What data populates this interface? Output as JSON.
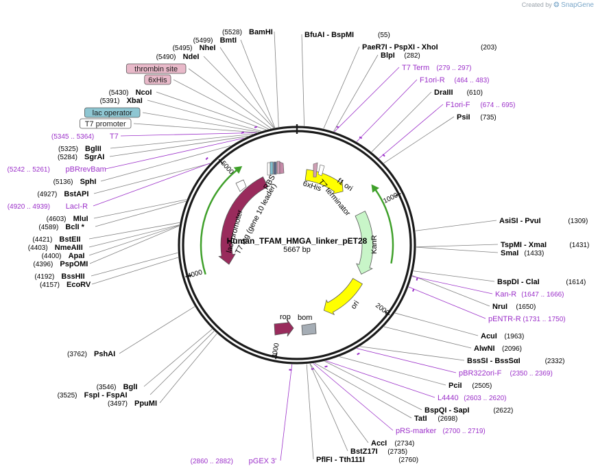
{
  "header": {
    "created_by": "Created by",
    "brand": "SnapGene"
  },
  "plasmid": {
    "name": "Human_TFAM_HMGA_linker_pET28",
    "size_label": "5667 bp",
    "length": 5667
  },
  "colors": {
    "primer": "#9b2fc9",
    "enzyme": "#000000",
    "line": "#7f7f7f",
    "backbone": "#1a1a1a",
    "kanR": "#c8f5c8",
    "ori": "#ffff00",
    "lacI": "#992b5c",
    "rop": "#992b5c",
    "bom": "#a5adb5",
    "f1ori": "#ffff00",
    "arrow_green": "#3fa02a"
  },
  "ticks": [
    {
      "label": "1000",
      "pos": 1000
    },
    {
      "label": "2000",
      "pos": 2000
    },
    {
      "label": "3000",
      "pos": 3000
    },
    {
      "label": "4000",
      "pos": 4000
    },
    {
      "label": "5000",
      "pos": 5000
    }
  ],
  "features": [
    {
      "name": "f1 ori",
      "type": "f1ori"
    },
    {
      "name": "KanR",
      "type": "kanR"
    },
    {
      "name": "ori",
      "type": "ori"
    },
    {
      "name": "bom",
      "type": "bom"
    },
    {
      "name": "rop",
      "type": "rop"
    },
    {
      "name": "lacI",
      "type": "lacI"
    },
    {
      "name": "lacI promoter",
      "type": "label"
    },
    {
      "name": "T7 tag (gene 10 leader)",
      "type": "label"
    },
    {
      "name": "RBS",
      "type": "label"
    },
    {
      "name": "6xHis",
      "type": "label"
    },
    {
      "name": "T7 terminator",
      "type": "label"
    }
  ],
  "labels": [
    {
      "kind": "enzyme",
      "names": [
        "BamHI"
      ],
      "pos": "(5528)"
    },
    {
      "kind": "enzyme",
      "names": [
        "BmtI"
      ],
      "pos": "(5499)"
    },
    {
      "kind": "enzyme",
      "names": [
        "NheI"
      ],
      "pos": "(5495)"
    },
    {
      "kind": "enzyme",
      "names": [
        "NdeI"
      ],
      "pos": "(5490)"
    },
    {
      "kind": "feature-box",
      "names": [
        "thrombin site"
      ],
      "style": "pink"
    },
    {
      "kind": "feature-box",
      "names": [
        "6xHis"
      ],
      "style": "pink"
    },
    {
      "kind": "enzyme",
      "names": [
        "NcoI"
      ],
      "pos": "(5430)"
    },
    {
      "kind": "enzyme",
      "names": [
        "XbaI"
      ],
      "pos": "(5391)"
    },
    {
      "kind": "feature-box",
      "names": [
        "lac operator"
      ],
      "style": "teal"
    },
    {
      "kind": "feature-box",
      "names": [
        "T7 promoter"
      ],
      "style": "white"
    },
    {
      "kind": "primer",
      "names": [
        "T7"
      ],
      "pos": "(5345 .. 5364)"
    },
    {
      "kind": "enzyme",
      "names": [
        "BglII"
      ],
      "pos": "(5325)"
    },
    {
      "kind": "enzyme",
      "names": [
        "SgrAI"
      ],
      "pos": "(5284)"
    },
    {
      "kind": "primer",
      "names": [
        "pBRrevBam"
      ],
      "pos": "(5242 .. 5261)"
    },
    {
      "kind": "enzyme",
      "names": [
        "SphI"
      ],
      "pos": "(5136)"
    },
    {
      "kind": "enzyme",
      "names": [
        "BstAPI"
      ],
      "pos": "(4927)"
    },
    {
      "kind": "primer",
      "names": [
        "LacI-R"
      ],
      "pos": "(4920 .. 4939)"
    },
    {
      "kind": "enzyme",
      "names": [
        "MluI"
      ],
      "pos": "(4603)"
    },
    {
      "kind": "enzyme",
      "names": [
        "BclI *"
      ],
      "pos": "(4589)"
    },
    {
      "kind": "enzyme",
      "names": [
        "BstEII"
      ],
      "pos": "(4421)"
    },
    {
      "kind": "enzyme",
      "names": [
        "NmeAIII"
      ],
      "pos": "(4403)"
    },
    {
      "kind": "enzyme",
      "names": [
        "ApaI"
      ],
      "pos": "(4400)"
    },
    {
      "kind": "enzyme",
      "names": [
        "PspOMI"
      ],
      "pos": "(4396)"
    },
    {
      "kind": "enzyme",
      "names": [
        "BssHII"
      ],
      "pos": "(4192)"
    },
    {
      "kind": "enzyme",
      "names": [
        "EcoRV"
      ],
      "pos": "(4157)"
    },
    {
      "kind": "enzyme",
      "names": [
        "PshAI"
      ],
      "pos": "(3762)"
    },
    {
      "kind": "enzyme",
      "names": [
        "BglI"
      ],
      "pos": "(3546)"
    },
    {
      "kind": "enzyme",
      "names": [
        "FspI",
        "FspAI"
      ],
      "pos": "(3525)"
    },
    {
      "kind": "enzyme",
      "names": [
        "PpuMI"
      ],
      "pos": "(3497)"
    },
    {
      "kind": "primer",
      "names": [
        "pGEX 3'"
      ],
      "pos": "(2860 .. 2882)"
    },
    {
      "kind": "enzyme",
      "names": [
        "PflFI",
        "Tth111I"
      ],
      "pos": "(2760)"
    },
    {
      "kind": "enzyme",
      "names": [
        "BstZ17I"
      ],
      "pos": "(2735)"
    },
    {
      "kind": "enzyme",
      "names": [
        "AccI"
      ],
      "pos": "(2734)"
    },
    {
      "kind": "primer",
      "names": [
        "pRS-marker"
      ],
      "pos": "(2700 .. 2719)"
    },
    {
      "kind": "enzyme",
      "names": [
        "TatI"
      ],
      "pos": "(2698)"
    },
    {
      "kind": "enzyme",
      "names": [
        "BspQI",
        "SapI"
      ],
      "pos": "(2622)"
    },
    {
      "kind": "primer",
      "names": [
        "L4440"
      ],
      "pos": "(2603 .. 2620)"
    },
    {
      "kind": "enzyme",
      "names": [
        "PciI"
      ],
      "pos": "(2505)"
    },
    {
      "kind": "primer",
      "names": [
        "pBR322ori-F"
      ],
      "pos": "(2350 .. 2369)"
    },
    {
      "kind": "enzyme",
      "names": [
        "BssSI",
        "BssSαI"
      ],
      "pos": "(2332)"
    },
    {
      "kind": "enzyme",
      "names": [
        "AlwNI"
      ],
      "pos": "(2096)"
    },
    {
      "kind": "enzyme",
      "names": [
        "AcuI"
      ],
      "pos": "(1963)"
    },
    {
      "kind": "primer",
      "names": [
        "pENTR-R"
      ],
      "pos": "(1731 .. 1750)"
    },
    {
      "kind": "enzyme",
      "names": [
        "NruI"
      ],
      "pos": "(1650)"
    },
    {
      "kind": "primer",
      "names": [
        "Kan-R"
      ],
      "pos": "(1647 .. 1666)"
    },
    {
      "kind": "enzyme",
      "names": [
        "BspDI",
        "ClaI"
      ],
      "pos": "(1614)"
    },
    {
      "kind": "enzyme",
      "names": [
        "SmaI"
      ],
      "pos": "(1433)"
    },
    {
      "kind": "enzyme",
      "names": [
        "TspMI",
        "XmaI"
      ],
      "pos": "(1431)"
    },
    {
      "kind": "enzyme",
      "names": [
        "AsiSI",
        "PvuI"
      ],
      "pos": "(1309)"
    },
    {
      "kind": "enzyme",
      "names": [
        "PsiI"
      ],
      "pos": "(735)"
    },
    {
      "kind": "primer",
      "names": [
        "F1ori-F"
      ],
      "pos": "(674 .. 695)"
    },
    {
      "kind": "enzyme",
      "names": [
        "DraIII"
      ],
      "pos": "(610)"
    },
    {
      "kind": "primer",
      "names": [
        "F1ori-R"
      ],
      "pos": "(464 .. 483)"
    },
    {
      "kind": "primer",
      "names": [
        "T7 Term"
      ],
      "pos": "(279 .. 297)"
    },
    {
      "kind": "enzyme",
      "names": [
        "BlpI"
      ],
      "pos": "(282)"
    },
    {
      "kind": "enzyme",
      "names": [
        "PaeR7I",
        "PspXI",
        "XhoI"
      ],
      "pos": "(203)"
    },
    {
      "kind": "enzyme",
      "names": [
        "BfuAI",
        "BspMI"
      ],
      "pos": "(55)"
    }
  ]
}
